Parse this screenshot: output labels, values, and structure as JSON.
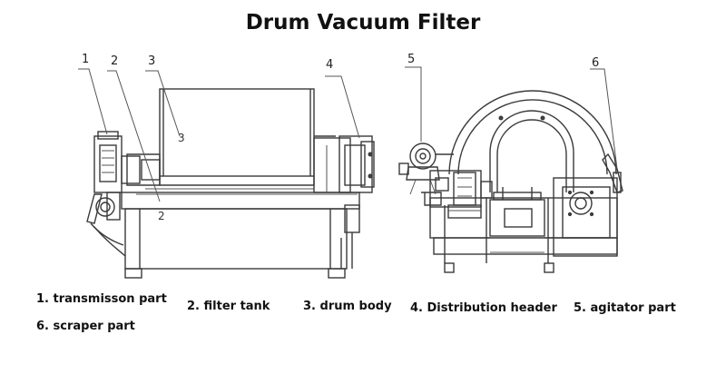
{
  "title": "Drum Vacuum Filter",
  "callouts": [
    "1",
    "2",
    "3",
    "4",
    "5",
    "6"
  ],
  "drawing_labels": {
    "filter_tank": "2",
    "drum_body": "3"
  },
  "legend": [
    {
      "text": "1.  transmisson part"
    },
    {
      "text": "2. filter tank"
    },
    {
      "text": "3. drum body"
    },
    {
      "text": "4. Distribution header"
    },
    {
      "text": "5. agitator part"
    },
    {
      "text": "6. scraper part"
    }
  ],
  "colors": {
    "line": "#3a3a3a",
    "text": "#111111",
    "background": "#ffffff"
  }
}
